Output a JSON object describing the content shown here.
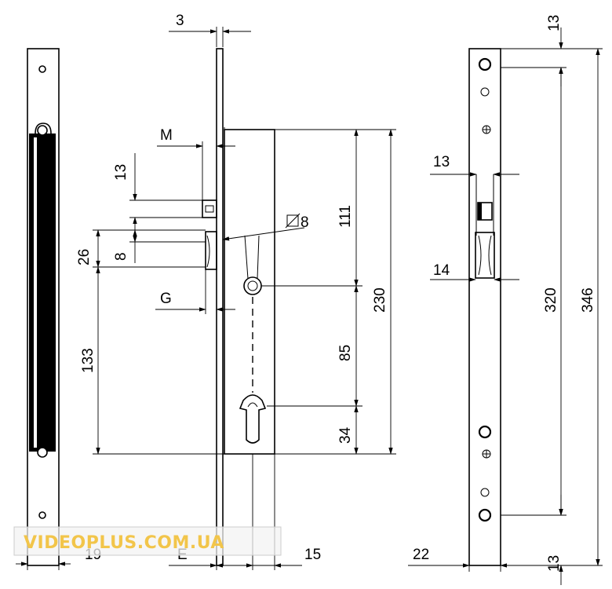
{
  "watermark": "VIDEOPLUS.COM.UA",
  "dimensions": {
    "d3": "3",
    "M": "M",
    "d13_latch": "13",
    "d26": "26",
    "d8": "8",
    "d133": "133",
    "G": "G",
    "diam8": "8",
    "d111": "111",
    "d85": "85",
    "d34": "34",
    "d230": "230",
    "d19": "19",
    "E": "E",
    "d15": "15",
    "r13_latch": "13",
    "r14_bolt": "14",
    "r13_top": "13",
    "r320": "320",
    "r346": "346",
    "r22": "22",
    "r13_bottom": "13"
  },
  "colors": {
    "line": "#000000",
    "watermark": "#f2c54a",
    "background": "#ffffff"
  }
}
